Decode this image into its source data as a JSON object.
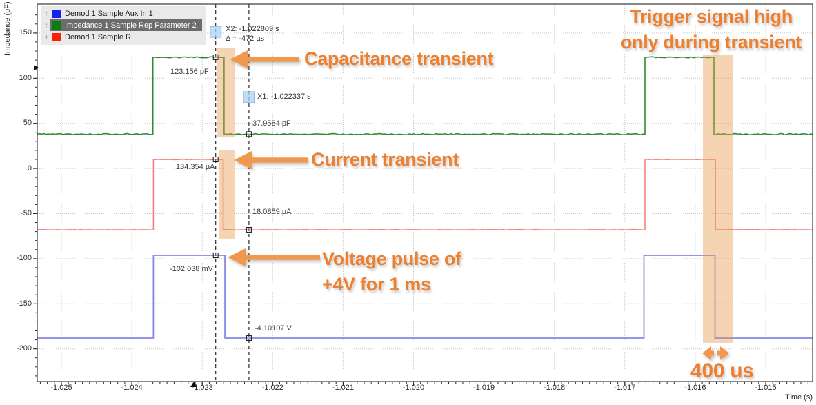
{
  "y_axis_title": "Impedance (pF)",
  "x_axis_title": "Time (s)",
  "legend": {
    "items": [
      {
        "label": "Demod 1 Sample Aux In 1",
        "color": "#1523f0",
        "selected": false
      },
      {
        "label": "Impedance 1 Sample Rep Parameter 2",
        "color": "#0b7d0e",
        "selected": true
      },
      {
        "label": "Demod 1 Sample R",
        "color": "#fa1f0a",
        "selected": false
      }
    ]
  },
  "cursors": {
    "x2_label": "X2: -1.022809 s",
    "delta_label": "Δ = -472 µs",
    "x1_label": "X1: -1.022337 s"
  },
  "measurements": {
    "cap_high": "123.156 pF",
    "cap_low": "37.9584 pF",
    "cur_high": "134.354 µA",
    "cur_low": "18.0859 µA",
    "volt_high": "-102.038 mV",
    "volt_low": "-4.10107 V"
  },
  "annotations": {
    "capacitance": "Capacitance transient",
    "current": "Current transient",
    "voltage_line1": "Voltage pulse of",
    "voltage_line2": "+4V for 1 ms",
    "trigger_line1": "Trigger signal high",
    "trigger_line2": "only during transient",
    "duration": "400 us"
  },
  "colors": {
    "annotation_orange": "#ed7f2e",
    "arrow_orange": "#f0994e",
    "band_orange": "rgba(228,152,72,0.42)",
    "trace_green": "#2f8b33",
    "trace_red": "#ef837e",
    "trace_blue": "#8486e6",
    "cursor_handle_fill": "#aed3f0",
    "cursor_handle_stroke": "#6fa6d8",
    "grid": "#c6c6c6",
    "frame": "#3a3a3a"
  },
  "chart_data": {
    "type": "line",
    "title": "",
    "xlabel": "Time (s)",
    "ylabel": "Impedance (pF)",
    "xlim": [
      -1.025343,
      -1.014336
    ],
    "ylim": [
      -236.2,
      182.0
    ],
    "grid": true,
    "legend_position": "top-left",
    "x_ticks": [
      {
        "t": -1.025,
        "label": "-1.025"
      },
      {
        "t": -1.024,
        "label": "-1.024"
      },
      {
        "t": -1.023,
        "label": "-1.023"
      },
      {
        "t": -1.022,
        "label": "-1.022"
      },
      {
        "t": -1.021,
        "label": "-1.021"
      },
      {
        "t": -1.02,
        "label": "-1.020"
      },
      {
        "t": -1.019,
        "label": "-1.019"
      },
      {
        "t": -1.018,
        "label": "-1.018"
      },
      {
        "t": -1.017,
        "label": "-1.017"
      },
      {
        "t": -1.016,
        "label": "-1.016"
      },
      {
        "t": -1.015,
        "label": "-1.015"
      }
    ],
    "y_ticks": [
      {
        "v": 150,
        "label": "150"
      },
      {
        "v": 100,
        "label": "100"
      },
      {
        "v": 50,
        "label": "50"
      },
      {
        "v": 0,
        "label": "0"
      },
      {
        "v": -50,
        "label": "-50"
      },
      {
        "v": -100,
        "label": "-100"
      },
      {
        "v": -150,
        "label": "-150"
      },
      {
        "v": -200,
        "label": "-200"
      }
    ],
    "cursors": {
      "x1": -1.022337,
      "x2": -1.022809,
      "delta_us": -472
    },
    "series": [
      {
        "name": "Demod 1 Sample Aux In 1",
        "unit": "V",
        "color": "#8486e6",
        "width": 1.8,
        "noise": 0,
        "ylim": [
          -6.2,
          12.03
        ],
        "points": [
          [
            -1.025343,
            -4.10107
          ],
          [
            -1.023693,
            -4.10107
          ],
          [
            -1.023693,
            -0.102038
          ],
          [
            -1.022678,
            -0.102038
          ],
          [
            -1.022678,
            -4.10107
          ],
          [
            -1.016729,
            -4.10107
          ],
          [
            -1.016729,
            -0.102038
          ],
          [
            -1.01572,
            -0.102038
          ],
          [
            -1.01572,
            -4.10107
          ],
          [
            -1.014336,
            -4.10107
          ]
        ]
      },
      {
        "name": "Demod 1 Sample R",
        "unit": "µA",
        "color": "#ef837e",
        "width": 1.6,
        "noise": 0.3,
        "ylim": [
          -232.7,
          390.8
        ],
        "points": [
          [
            -1.025343,
            18.0859
          ],
          [
            -1.023693,
            18.0859
          ],
          [
            -1.023693,
            134.354
          ],
          [
            -1.022703,
            134.354
          ],
          [
            -1.022703,
            18.0859
          ],
          [
            -1.016714,
            18.0859
          ],
          [
            -1.016714,
            134.354
          ],
          [
            -1.015715,
            134.354
          ],
          [
            -1.015715,
            18.0859
          ],
          [
            -1.014336,
            18.0859
          ]
        ]
      },
      {
        "name": "Impedance 1 Sample Rep Parameter 2",
        "unit": "pF",
        "color": "#2f8b33",
        "width": 1.6,
        "noise": 0.8,
        "ylim": [
          -236.2,
          182.0
        ],
        "points": [
          [
            -1.025343,
            38.0
          ],
          [
            -1.0237,
            38.0
          ],
          [
            -1.0237,
            123.156
          ],
          [
            -1.02269,
            123.156
          ],
          [
            -1.02269,
            37.9584
          ],
          [
            -1.016714,
            37.9584
          ],
          [
            -1.016714,
            123.156
          ],
          [
            -1.015735,
            123.156
          ],
          [
            -1.015735,
            37.9584
          ],
          [
            -1.014336,
            37.9584
          ]
        ]
      }
    ]
  }
}
